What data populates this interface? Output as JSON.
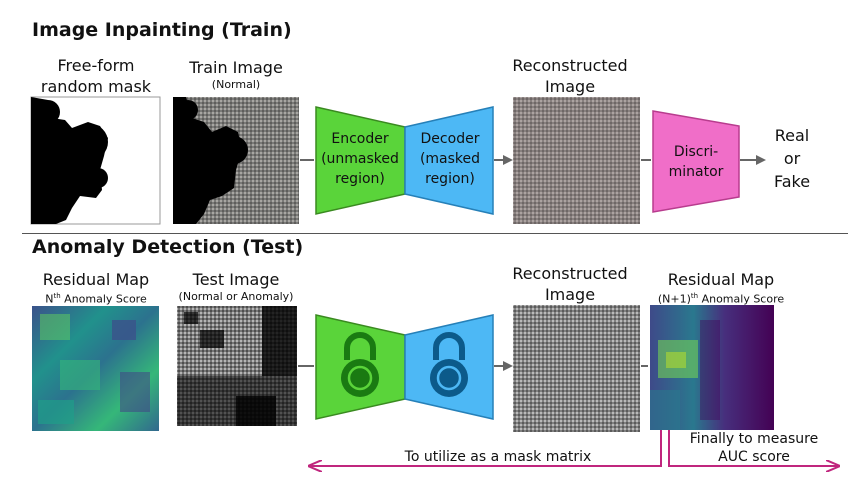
{
  "train": {
    "title": "Image Inpainting (Train)",
    "mask_label_line1": "Free-form",
    "mask_label_line2": "random mask",
    "image_label": "Train Image",
    "image_sub": "(Normal)",
    "recon_label_line1": "Reconstructed",
    "recon_label_line2": "Image",
    "encoder_lines": [
      "Encoder",
      "(unmasked",
      "region)"
    ],
    "decoder_lines": [
      "Decoder",
      "(masked",
      "region)"
    ],
    "discriminator_lines": [
      "Discri-",
      "minator"
    ],
    "output_lines": [
      "Real",
      "or",
      "Fake"
    ]
  },
  "test": {
    "title": "Anomaly Detection (Test)",
    "residual_left_label": "Residual Map",
    "residual_left_sub_pre": "N",
    "residual_left_sub_sup": "th",
    "residual_left_sub_post": " Anomaly Score",
    "image_label": "Test Image",
    "image_sub": "(Normal or Anomaly)",
    "recon_label_line1": "Reconstructed",
    "recon_label_line2": "Image",
    "residual_right_label": "Residual Map",
    "residual_right_sub_pre": "(N+1)",
    "residual_right_sub_sup": "th",
    "residual_right_sub_post": " Anomaly Score",
    "mask_matrix_text": "To utilize as a mask matrix",
    "auc_line1": "Finally to measure",
    "auc_line2": "AUC score"
  },
  "colors": {
    "encoder": "#5ad43a",
    "decoder": "#4db8f5",
    "discriminator": "#f06ec8",
    "arrow_pink": "#c0267e",
    "lock_green": "#1a7a12",
    "lock_blue": "#0c5a8a"
  }
}
